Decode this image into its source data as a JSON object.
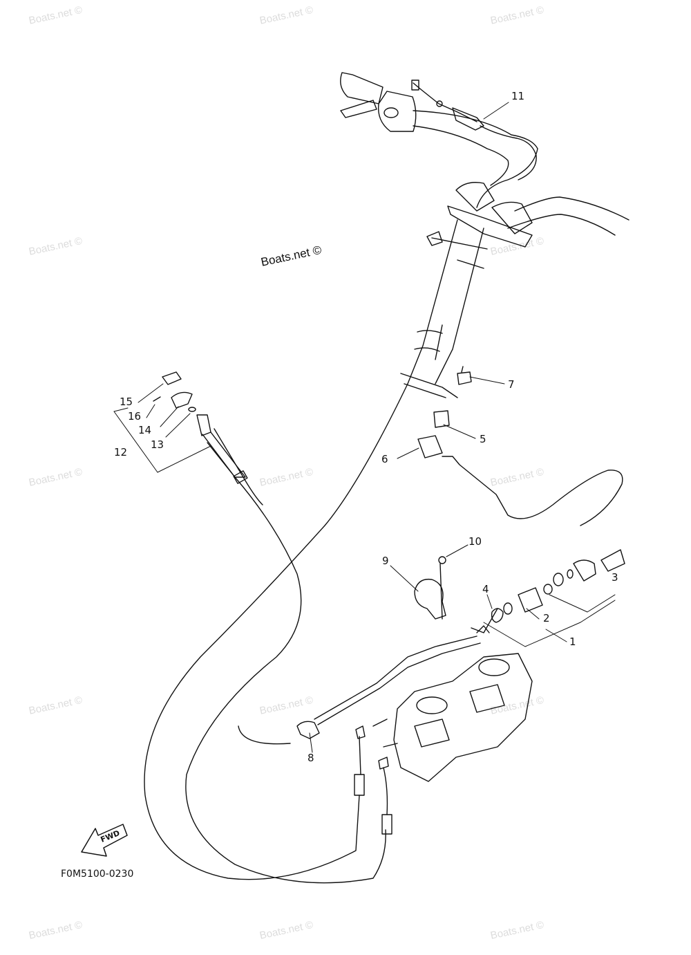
{
  "watermark": "Boats.net ©",
  "brand_watermark": "Boats.net ©",
  "drawing_code": "F0M5100-0230",
  "fwd_label": "FWD",
  "callouts": {
    "c1": "1",
    "c2": "2",
    "c3": "3",
    "c4": "4",
    "c5": "5",
    "c6": "6",
    "c7": "7",
    "c8": "8",
    "c9": "9",
    "c10": "10",
    "c11": "11",
    "c12": "12",
    "c13": "13",
    "c14": "14",
    "c15": "15",
    "c16": "16"
  }
}
